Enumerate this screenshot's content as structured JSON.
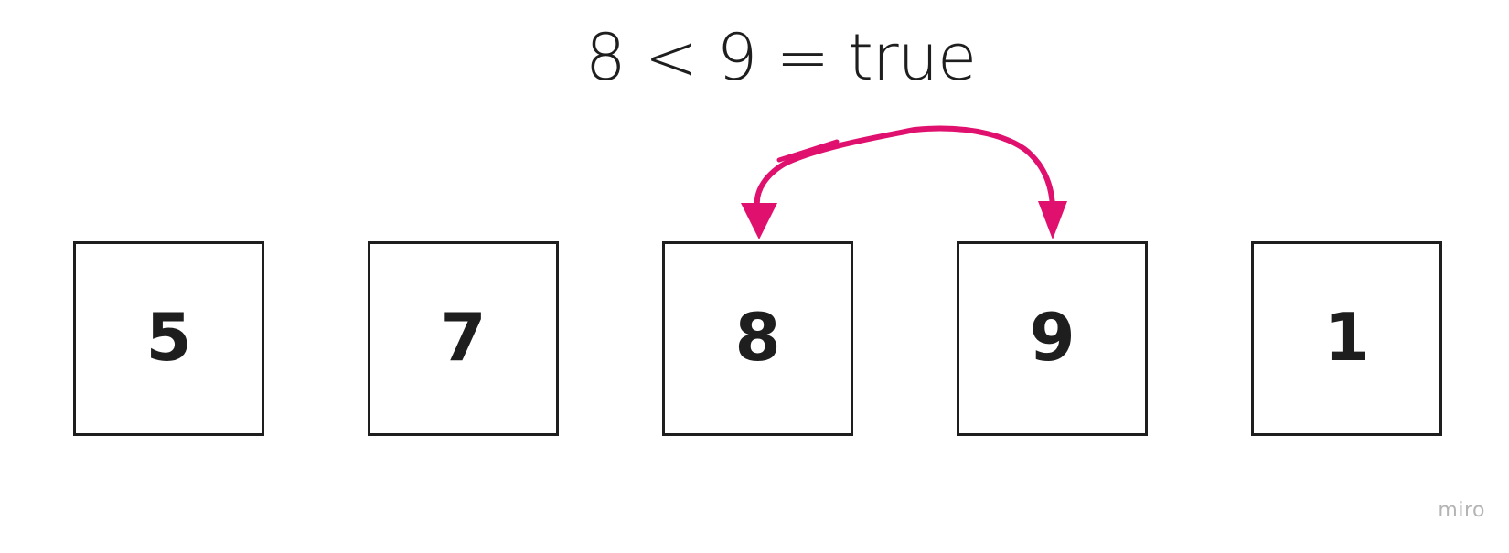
{
  "comparison": {
    "left": "8",
    "operator": "<",
    "right": "9",
    "result": "true",
    "text": "8 < 9 = true"
  },
  "array": {
    "values": [
      "5",
      "7",
      "8",
      "9",
      "1"
    ],
    "compared_indices": [
      2,
      3
    ]
  },
  "arrow": {
    "color": "#e0106e",
    "direction": "bidirectional"
  },
  "watermark": "miro"
}
